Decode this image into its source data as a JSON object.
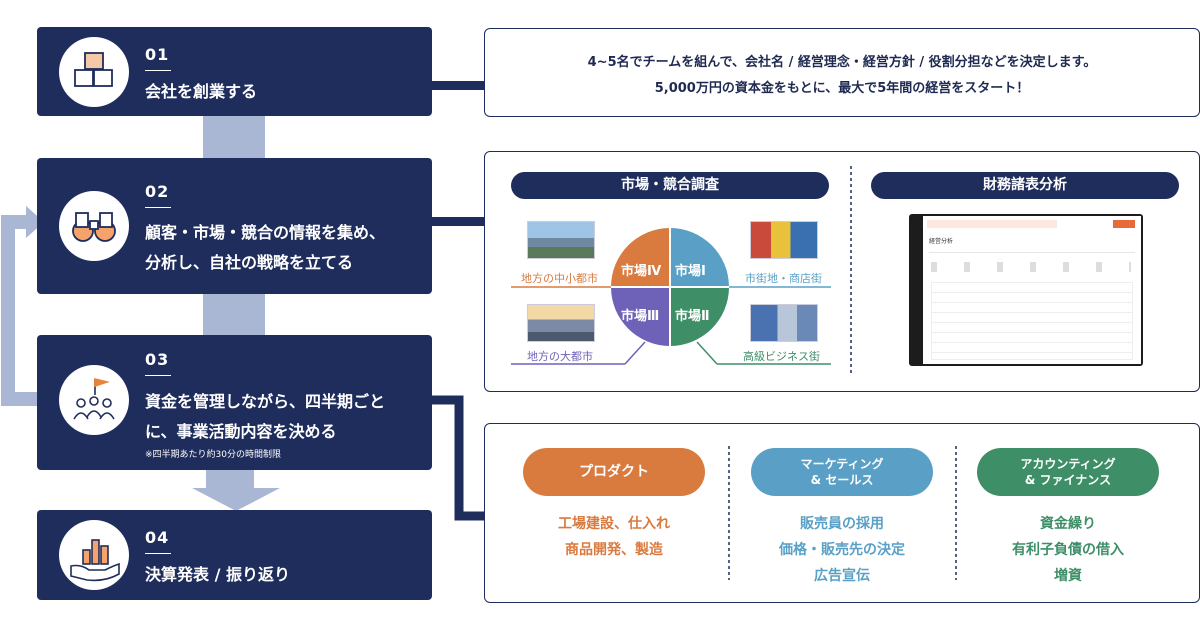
{
  "steps": [
    {
      "num": "01",
      "title_lines": [
        "会社を創業する"
      ]
    },
    {
      "num": "02",
      "title_lines": [
        "顧客・市場・競合の情報を集め、",
        "分析し、自社の戦略を立てる"
      ]
    },
    {
      "num": "03",
      "title_lines": [
        "資金を管理しながら、四半期ごと",
        "に、事業活動内容を決める"
      ],
      "note": "※四半期あたり約30分の時間制限"
    },
    {
      "num": "04",
      "title_lines": [
        "決算発表 / 振り返り"
      ]
    }
  ],
  "step_icons": [
    "boxes-icon",
    "binoculars-icon",
    "team-flag-icon",
    "hand-chart-icon"
  ],
  "intro": {
    "line1": "4~5名でチームを組んで、会社名 / 経営理念・経営方針 / 役割分担などを決定します。",
    "line2": "5,000万円の資本金をもとに、最大で5年間の経営をスタート！"
  },
  "research": {
    "market_title": "市場・競合調査",
    "finance_title": "財務諸表分析",
    "quadrants": [
      "市場Ⅰ",
      "市場Ⅱ",
      "市場Ⅲ",
      "市場Ⅳ"
    ],
    "places": [
      "市街地・商店街",
      "高級ビジネス街",
      "地方の大都市",
      "地方の中小都市"
    ],
    "screen_title": "経営分析"
  },
  "functions": [
    {
      "title": "プロダクト",
      "items": [
        "工場建設、仕入れ",
        "商品開発、製造"
      ]
    },
    {
      "title_lines": [
        "マーケティング",
        "& セールス"
      ],
      "items": [
        "販売員の採用",
        "価格・販売先の決定",
        "広告宣伝"
      ]
    },
    {
      "title_lines": [
        "アカウンティング",
        "& ファイナンス"
      ],
      "items": [
        "資金繰り",
        "有利子負債の借入",
        "増資"
      ]
    }
  ],
  "colors": {
    "navy": "#1f2d5c",
    "arrow": "#a9b6d4",
    "orange": "#d97a3f",
    "blue": "#5aa0c6",
    "green": "#3e8e68",
    "purple": "#6e62b8"
  }
}
